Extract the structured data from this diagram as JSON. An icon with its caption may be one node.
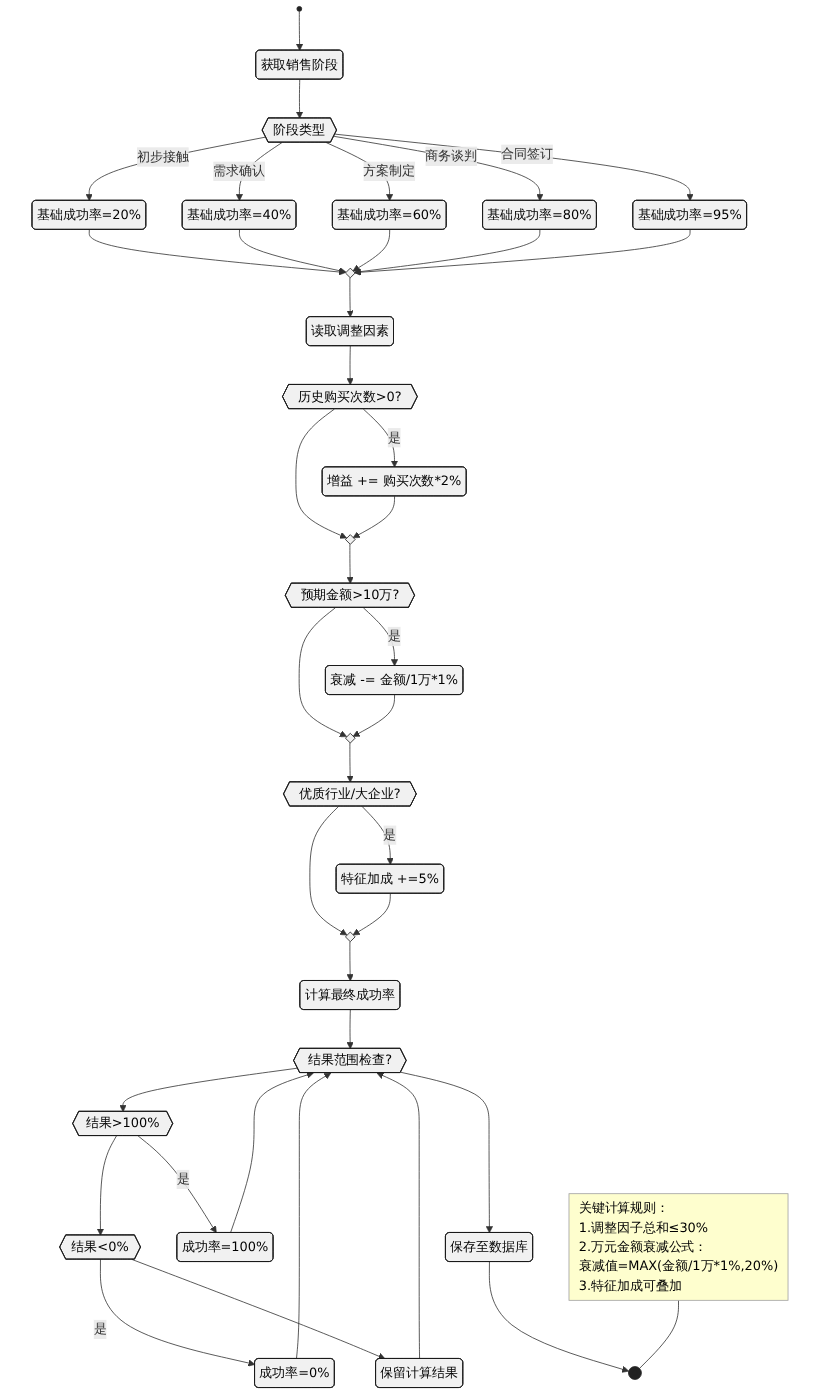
{
  "diagram": {
    "nodes": [
      {
        "text": [],
        "shape": "circle"
      },
      {
        "text": [
          "获取销售阶段"
        ]
      },
      {
        "text": [
          "阶段类型"
        ]
      },
      {
        "text": [
          "基础成功率=20%"
        ]
      },
      {
        "text": [
          "基础成功率=40%"
        ]
      },
      {
        "text": [
          "基础成功率=60%"
        ]
      },
      {
        "text": [
          "基础成功率=80%"
        ]
      },
      {
        "text": [
          "基础成功率=95%"
        ]
      },
      {
        "text": [],
        "shape": "diamond"
      },
      {
        "text": [
          "读取调整因素"
        ]
      },
      {
        "text": [
          "历史购买次数>0?"
        ]
      },
      {
        "text": [
          "增益 += 购买次数*2%"
        ]
      },
      {
        "text": [],
        "shape": "diamond"
      },
      {
        "text": [
          "预期金额>10万?"
        ]
      },
      {
        "text": [
          "衰减 -= 金额/1万*1%"
        ]
      },
      {
        "text": [],
        "shape": "diamond"
      },
      {
        "text": [
          "优质行业/大企业?"
        ]
      },
      {
        "text": [
          "特征加成 +=5%"
        ]
      },
      {
        "text": [],
        "shape": "diamond"
      },
      {
        "text": [
          "计算最终成功率"
        ]
      },
      {
        "text": [
          "结果范围检查?"
        ]
      },
      {
        "text": [
          "结果>100%"
        ]
      },
      {
        "text": [
          "结果<0%"
        ]
      },
      {
        "text": [
          "成功率=100%"
        ]
      },
      {
        "text": [
          "成功率=0%"
        ]
      },
      {
        "text": [
          "保留计算结果"
        ]
      },
      {
        "text": [
          "保存至数据库"
        ]
      },
      {
        "text": [],
        "shape": "circle"
      },
      {
        "text": [
          "关键计算规则：",
          "1.调整因子总和≤30%",
          "2.万元金额衰减公式：",
          "衰减值=MAX(金额/1万*1%,20%)",
          "3.特征加成可叠加"
        ]
      }
    ],
    "edges": [
      {
        "from": 0,
        "to": 1,
        "arrow": "to"
      },
      {
        "from": 1,
        "to": 2,
        "arrow": "to"
      },
      {
        "from": 2,
        "to": 3,
        "arrow": "to",
        "label": "初步接触"
      },
      {
        "from": 2,
        "to": 4,
        "arrow": "to",
        "label": "需求确认"
      },
      {
        "from": 2,
        "to": 5,
        "arrow": "to",
        "label": "方案制定"
      },
      {
        "from": 2,
        "to": 6,
        "arrow": "to",
        "label": "商务谈判"
      },
      {
        "from": 2,
        "to": 7,
        "arrow": "to",
        "label": "合同签订"
      },
      {
        "from": 3,
        "to": 8,
        "arrow": "to"
      },
      {
        "from": 4,
        "to": 8,
        "arrow": "to"
      },
      {
        "from": 5,
        "to": 8,
        "arrow": "to"
      },
      {
        "from": 6,
        "to": 8,
        "arrow": "to"
      },
      {
        "from": 7,
        "to": 8,
        "arrow": "to"
      },
      {
        "from": 8,
        "to": 9,
        "arrow": "to"
      },
      {
        "from": 9,
        "to": 10,
        "arrow": "to"
      },
      {
        "from": 10,
        "to": 11,
        "arrow": "to",
        "label": "是"
      },
      {
        "from": 10,
        "to": 12,
        "arrow": "to"
      },
      {
        "from": 11,
        "to": 12,
        "arrow": "to"
      },
      {
        "from": 12,
        "to": 13,
        "arrow": "to"
      },
      {
        "from": 13,
        "to": 14,
        "arrow": "to",
        "label": "是"
      },
      {
        "from": 13,
        "to": 15,
        "arrow": "to"
      },
      {
        "from": 14,
        "to": 15,
        "arrow": "to"
      },
      {
        "from": 15,
        "to": 16,
        "arrow": "to"
      },
      {
        "from": 16,
        "to": 17,
        "arrow": "to",
        "label": "是"
      },
      {
        "from": 16,
        "to": 18,
        "arrow": "to"
      },
      {
        "from": 17,
        "to": 18,
        "arrow": "to"
      },
      {
        "from": 18,
        "to": 19,
        "arrow": "to"
      },
      {
        "from": 19,
        "to": 20,
        "arrow": "to"
      },
      {
        "from": 20,
        "to": 21,
        "arrow": "to"
      },
      {
        "from": 21,
        "to": 23,
        "arrow": "to",
        "label": "是"
      },
      {
        "from": 21,
        "to": 22,
        "arrow": "to"
      },
      {
        "from": 22,
        "to": 24,
        "arrow": "to",
        "label": "是"
      },
      {
        "from": 22,
        "to": 25,
        "arrow": "to"
      },
      {
        "from": 23,
        "to": 20,
        "arrow": "to"
      },
      {
        "from": 24,
        "to": 20,
        "arrow": "to"
      },
      {
        "from": 25,
        "to": 20,
        "arrow": "to"
      },
      {
        "from": 20,
        "to": 26,
        "arrow": "to"
      },
      {
        "from": 26,
        "to": 27,
        "arrow": "to"
      },
      {
        "from": 28,
        "to": 27,
        "arrow": "none"
      }
    ]
  }
}
